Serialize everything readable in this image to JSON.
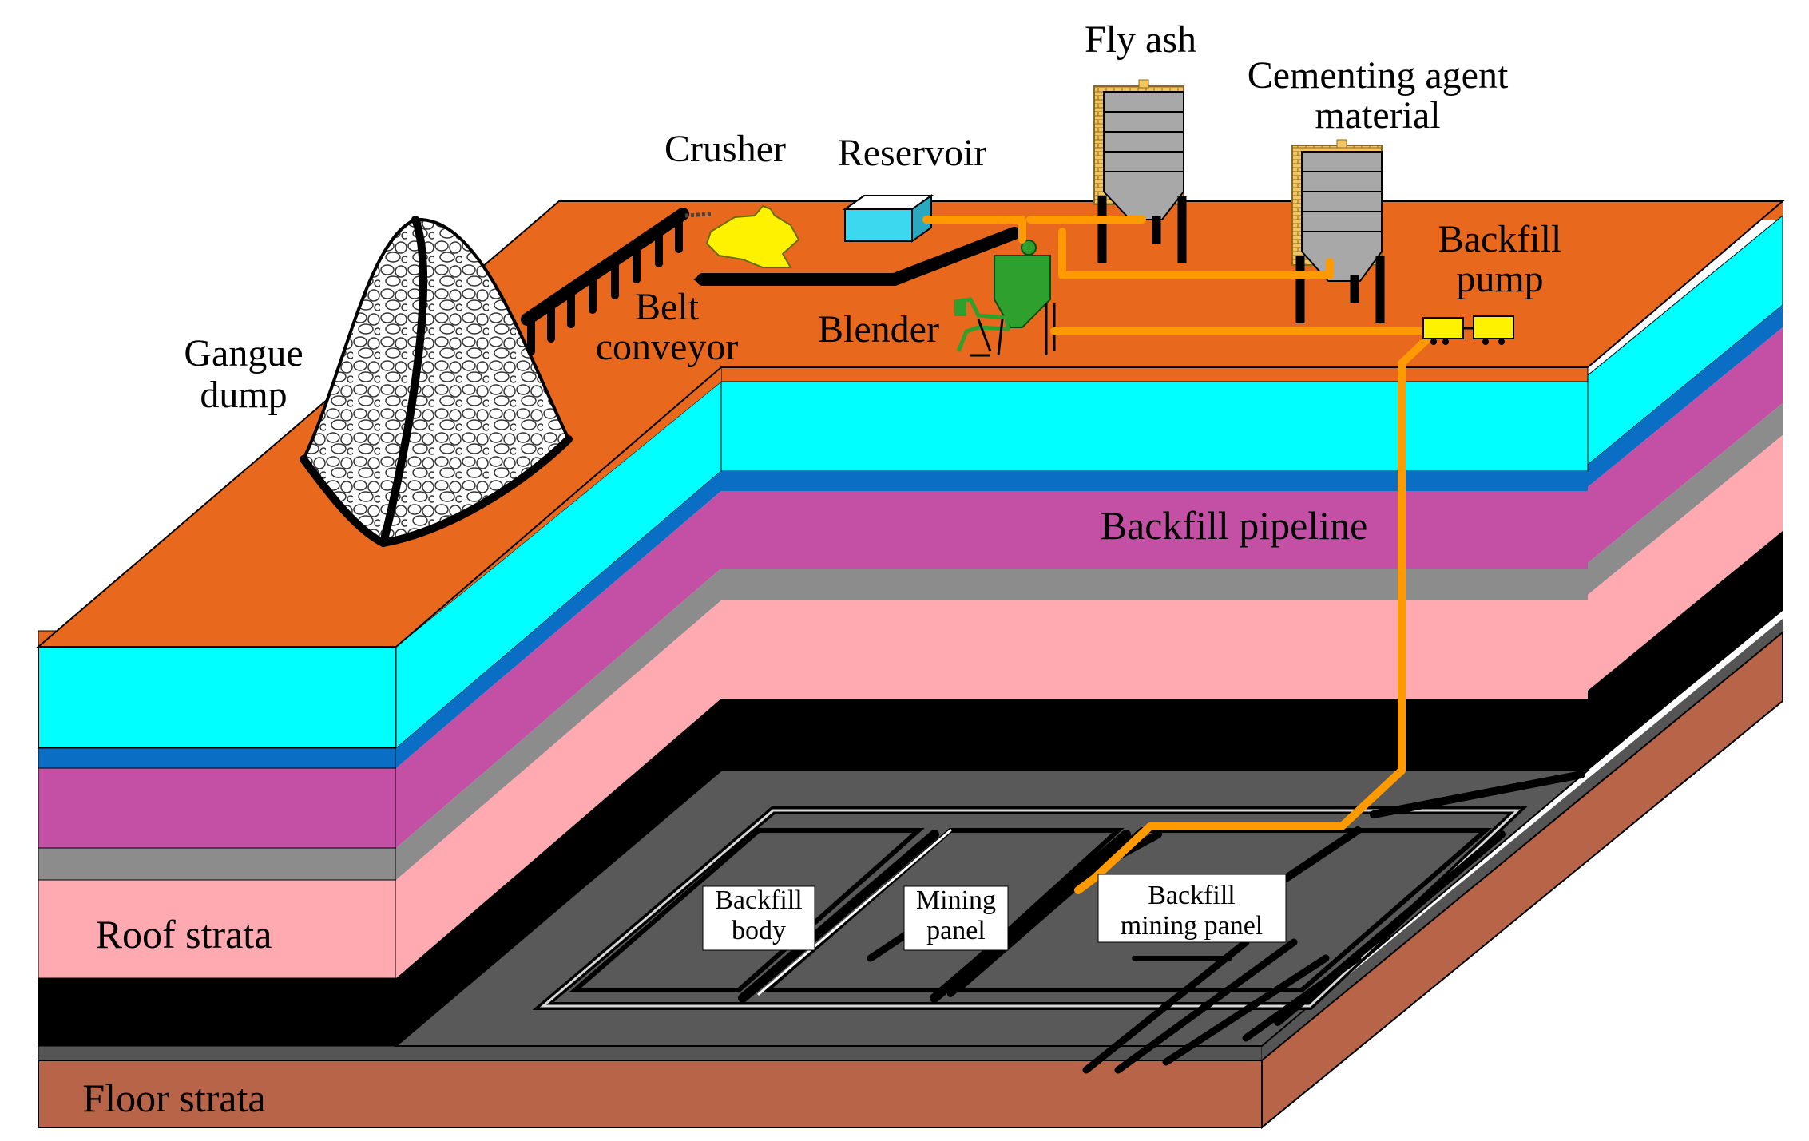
{
  "labels": {
    "fly_ash": "Fly ash",
    "cementing_agent_line1": "Cementing agent",
    "cementing_agent_line2": "material",
    "crusher": "Crusher",
    "reservoir": "Reservoir",
    "backfill_pump_line1": "Backfill",
    "backfill_pump_line2": "pump",
    "belt_conveyor_line1": "Belt",
    "belt_conveyor_line2": "conveyor",
    "blender": "Blender",
    "gangue_dump_line1": "Gangue",
    "gangue_dump_line2": "dump",
    "backfill_pipeline": "Backfill pipeline",
    "roof_strata": "Roof strata",
    "floor_strata": "Floor strata",
    "backfill_body_line1": "Backfill",
    "backfill_body_line2": "body",
    "mining_panel_line1": "Mining",
    "mining_panel_line2": "panel",
    "backfill_mining_panel_line1": "Backfill",
    "backfill_mining_panel_line2": "mining panel"
  },
  "colors": {
    "surface": "#E8691E",
    "cyan_layer": "#00FFFF",
    "blue_layer": "#0A6FC4",
    "magenta_layer": "#C450A6",
    "gray_layer": "#8C8C8C",
    "pink_layer": "#FFAAB0",
    "coal_seam": "#000000",
    "floor": "#B86448",
    "floor_gray": "#555555",
    "pipeline": "#FF9A00",
    "crusher": "#FFF200",
    "blender": "#2DA02D",
    "silo": "#A8A8A8",
    "silo_brick": "#F2C65C"
  }
}
